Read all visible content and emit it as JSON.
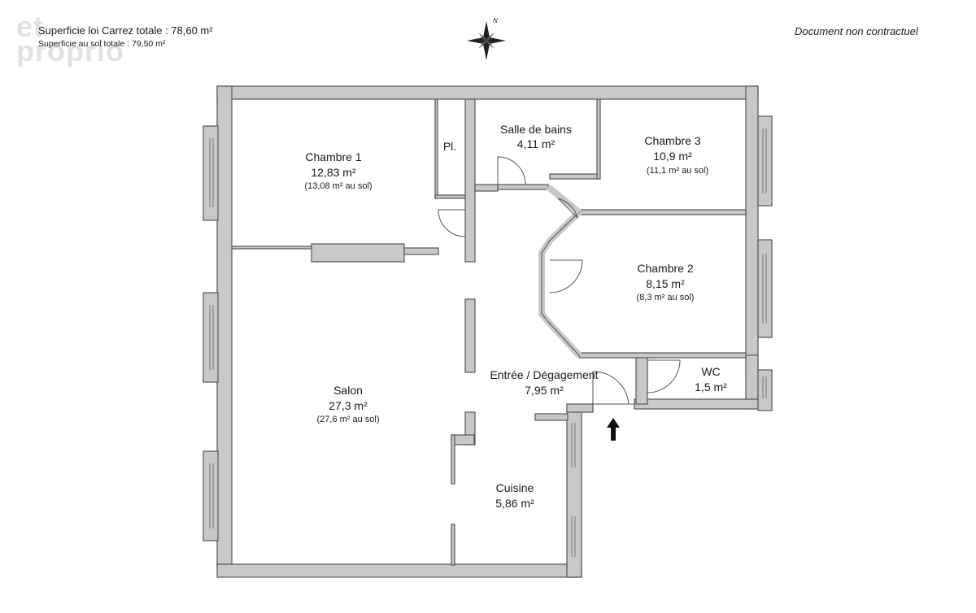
{
  "header": {
    "carrez_total": "Superficie loi Carrez totale :  78,60 m²",
    "floor_total": "Superficie au sol totale :  79,50 m²",
    "disclaimer": "Document non contractuel"
  },
  "watermark": {
    "line1": "et",
    "line2": "proprio"
  },
  "compass": {
    "north_label": "N"
  },
  "colors": {
    "wall_fill": "#c8c8c8",
    "wall_stroke": "#555555",
    "background": "#ffffff"
  },
  "rooms": {
    "chambre1": {
      "name": "Chambre 1",
      "area": "12,83 m²",
      "floor": "(13,08 m² au sol)"
    },
    "placard": {
      "name": "Pl."
    },
    "salle_de_bains": {
      "name": "Salle de bains",
      "area": "4,11 m²"
    },
    "chambre3": {
      "name": "Chambre 3",
      "area": "10,9 m²",
      "floor": "(11,1 m² au sol)"
    },
    "chambre2": {
      "name": "Chambre 2",
      "area": "8,15 m²",
      "floor": "(8,3 m² au sol)"
    },
    "wc": {
      "name": "WC",
      "area": "1,5 m²"
    },
    "entree": {
      "name": "Entrée / Dégagement",
      "area": "7,95 m²"
    },
    "salon": {
      "name": "Salon",
      "area": "27,3 m²",
      "floor": "(27,6 m² au sol)"
    },
    "cuisine": {
      "name": "Cuisine",
      "area": "5,86 m²"
    }
  }
}
